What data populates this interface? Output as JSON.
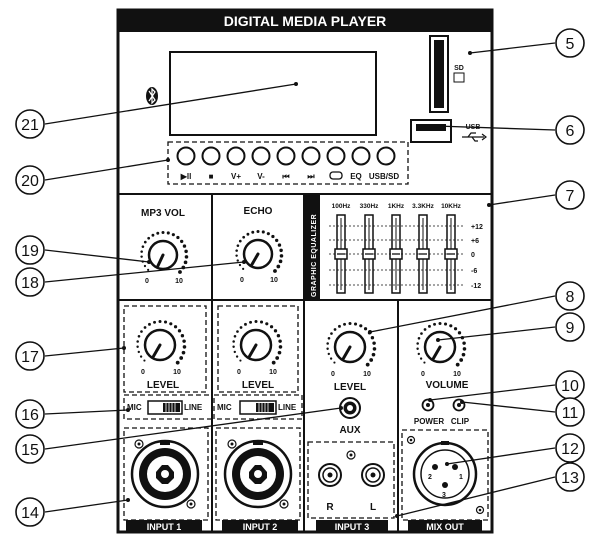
{
  "panel": {
    "title": "DIGITAL MEDIA PLAYER",
    "sd_label": "SD",
    "usb_label": "USB"
  },
  "buttons": [
    "▶ll",
    "■",
    "V+",
    "V-",
    "⏮",
    "⏭",
    "",
    "EQ",
    "USB/SD"
  ],
  "mp3": {
    "label": "MP3 VOL",
    "min": "0",
    "max": "10"
  },
  "echo": {
    "label": "ECHO",
    "min": "0",
    "max": "10"
  },
  "equalizer": {
    "side_label": "GRAPHIC EQUALIZER",
    "bands": [
      "100Hz",
      "330Hz",
      "1KHz",
      "3.3KHz",
      "10KHz"
    ],
    "scale": [
      "+12",
      "+6",
      "0",
      "-6",
      "-12"
    ]
  },
  "channels": [
    {
      "id": "input1",
      "level_label": "LEVEL",
      "mic": "MIC",
      "line": "LINE",
      "footer": "INPUT 1",
      "min": "0",
      "max": "10"
    },
    {
      "id": "input2",
      "level_label": "LEVEL",
      "mic": "MIC",
      "line": "LINE",
      "footer": "INPUT 2",
      "min": "0",
      "max": "10"
    },
    {
      "id": "input3",
      "level_label": "LEVEL",
      "aux": "AUX",
      "r": "R",
      "l": "L",
      "footer": "INPUT 3",
      "min": "0",
      "max": "10"
    },
    {
      "id": "mixout",
      "level_label": "VOLUME",
      "power": "POWER",
      "clip": "CLIP",
      "footer": "MIX OUT",
      "min": "0",
      "max": "10"
    }
  ],
  "xlr_pins": [
    "1",
    "2",
    "3"
  ],
  "callouts": [
    "5",
    "6",
    "7",
    "8",
    "9",
    "10",
    "11",
    "12",
    "13",
    "14",
    "15",
    "16",
    "17",
    "18",
    "19",
    "20",
    "21"
  ]
}
